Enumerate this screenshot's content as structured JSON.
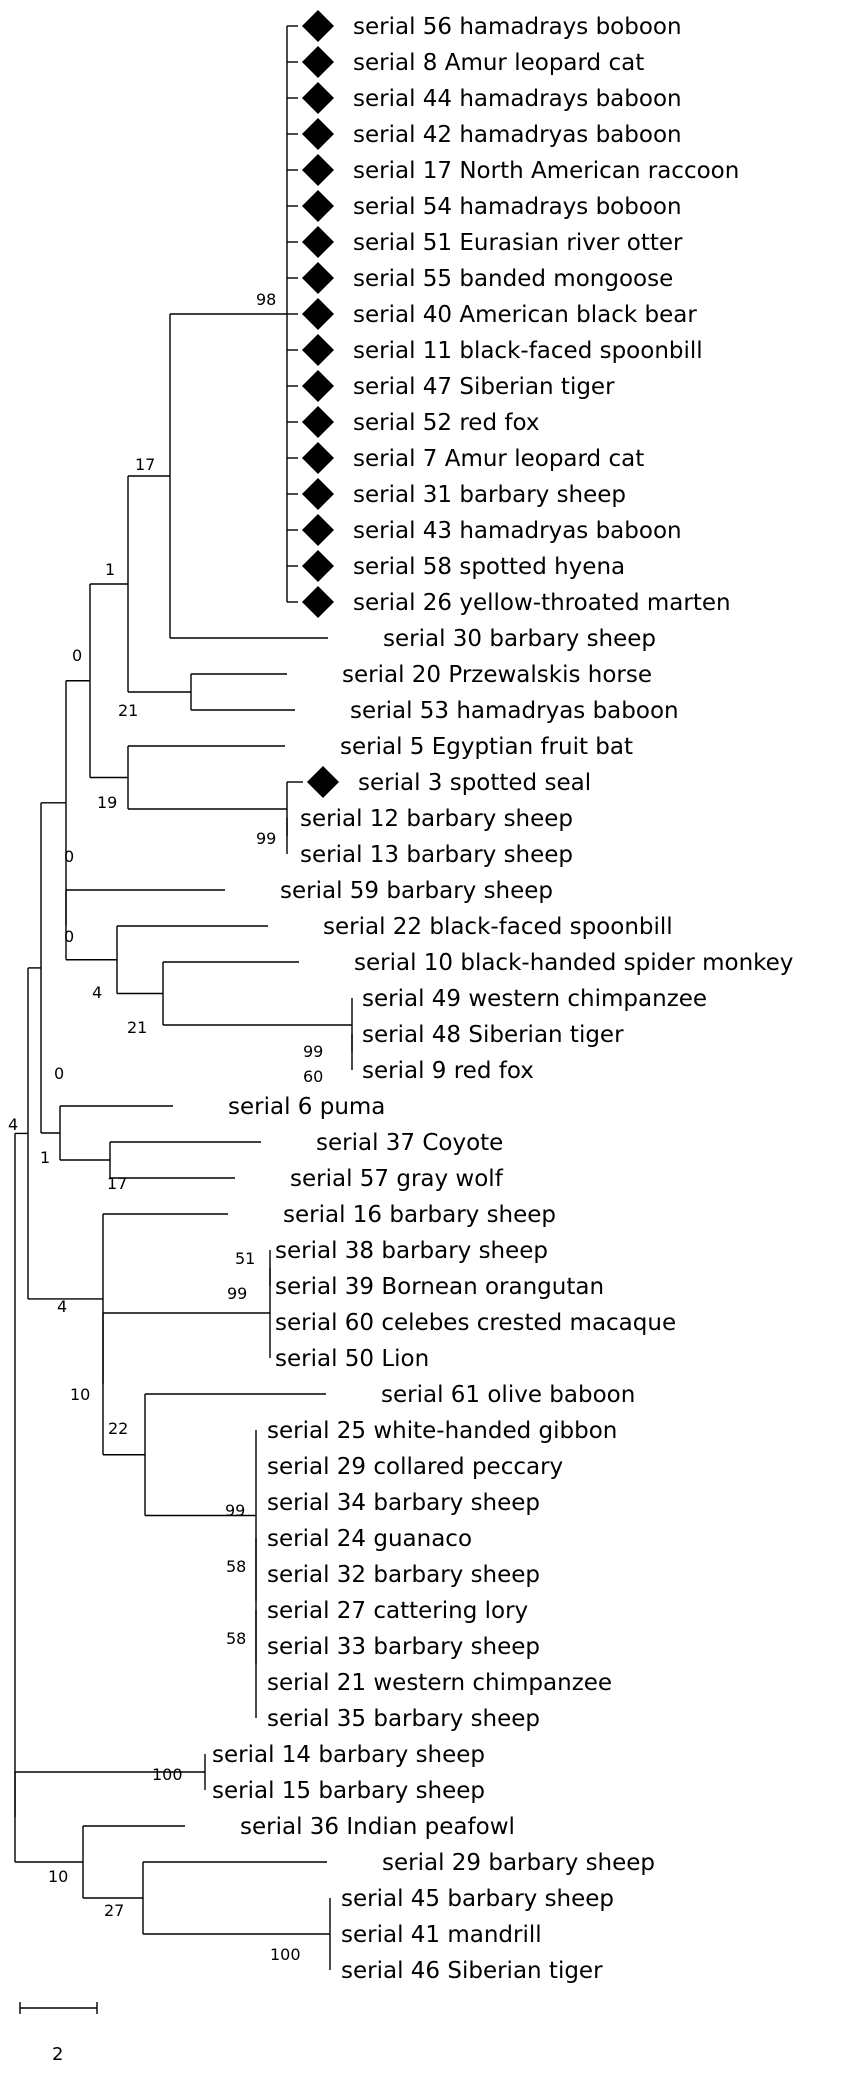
{
  "tree": {
    "leaves": [
      {
        "id": "s56",
        "label": "serial 56 hamadrays boboon",
        "marker": true
      },
      {
        "id": "s8",
        "label": "serial 8 Amur leopard cat",
        "marker": true
      },
      {
        "id": "s44",
        "label": "serial 44 hamadrays baboon",
        "marker": true
      },
      {
        "id": "s42",
        "label": "serial 42 hamadryas baboon",
        "marker": true
      },
      {
        "id": "s17",
        "label": "serial 17 North American raccoon",
        "marker": true
      },
      {
        "id": "s54",
        "label": "serial 54 hamadrays boboon",
        "marker": true
      },
      {
        "id": "s51",
        "label": "serial 51 Eurasian river otter",
        "marker": true
      },
      {
        "id": "s55",
        "label": "serial 55 banded mongoose",
        "marker": true
      },
      {
        "id": "s40",
        "label": "serial 40 American black bear",
        "marker": true
      },
      {
        "id": "s11",
        "label": "serial 11 black-faced spoonbill",
        "marker": true
      },
      {
        "id": "s47",
        "label": "serial 47 Siberian tiger",
        "marker": true
      },
      {
        "id": "s52",
        "label": "serial 52 red fox",
        "marker": true
      },
      {
        "id": "s7",
        "label": "serial 7 Amur leopard cat",
        "marker": true
      },
      {
        "id": "s31",
        "label": "serial 31 barbary sheep",
        "marker": true
      },
      {
        "id": "s43",
        "label": "serial 43 hamadryas baboon",
        "marker": true
      },
      {
        "id": "s58",
        "label": "serial 58 spotted hyena",
        "marker": true
      },
      {
        "id": "s26",
        "label": "serial 26 yellow-throated marten",
        "marker": true
      },
      {
        "id": "s30",
        "label": "serial 30 barbary sheep",
        "marker": false
      },
      {
        "id": "s20",
        "label": "serial 20 Przewalskis horse",
        "marker": false
      },
      {
        "id": "s53",
        "label": "serial 53 hamadryas baboon",
        "marker": false
      },
      {
        "id": "s5",
        "label": "serial 5 Egyptian fruit bat",
        "marker": false
      },
      {
        "id": "s3",
        "label": "serial 3 spotted seal",
        "marker": true
      },
      {
        "id": "s12",
        "label": "serial 12 barbary sheep",
        "marker": false
      },
      {
        "id": "s13",
        "label": "serial 13 barbary sheep",
        "marker": false
      },
      {
        "id": "s59",
        "label": "serial 59 barbary sheep",
        "marker": false
      },
      {
        "id": "s22",
        "label": "serial 22 black-faced spoonbill",
        "marker": false
      },
      {
        "id": "s10",
        "label": "serial 10 black-handed spider monkey",
        "marker": false
      },
      {
        "id": "s49",
        "label": "serial 49 western chimpanzee",
        "marker": false
      },
      {
        "id": "s48",
        "label": "serial 48 Siberian tiger",
        "marker": false
      },
      {
        "id": "s9",
        "label": "serial 9 red fox",
        "marker": false
      },
      {
        "id": "s6",
        "label": "serial 6 puma",
        "marker": false
      },
      {
        "id": "s37",
        "label": "serial 37 Coyote",
        "marker": false
      },
      {
        "id": "s57",
        "label": "serial 57 gray wolf",
        "marker": false
      },
      {
        "id": "s16",
        "label": "serial 16 barbary sheep",
        "marker": false
      },
      {
        "id": "s38",
        "label": "serial 38 barbary sheep",
        "marker": false
      },
      {
        "id": "s39",
        "label": "serial 39 Bornean orangutan",
        "marker": false
      },
      {
        "id": "s60",
        "label": "serial 60 celebes crested macaque",
        "marker": false
      },
      {
        "id": "s50",
        "label": "serial 50 Lion",
        "marker": false
      },
      {
        "id": "s61",
        "label": "serial 61 olive baboon",
        "marker": false
      },
      {
        "id": "s25",
        "label": "serial 25 white-handed gibbon",
        "marker": false
      },
      {
        "id": "s29a",
        "label": "serial 29 collared peccary",
        "marker": false
      },
      {
        "id": "s34",
        "label": "serial 34 barbary sheep",
        "marker": false
      },
      {
        "id": "s24",
        "label": "serial 24 guanaco",
        "marker": false
      },
      {
        "id": "s32",
        "label": "serial 32 barbary sheep",
        "marker": false
      },
      {
        "id": "s27",
        "label": "serial 27 cattering lory",
        "marker": false
      },
      {
        "id": "s33",
        "label": "serial 33 barbary sheep",
        "marker": false
      },
      {
        "id": "s21",
        "label": "serial 21 western chimpanzee",
        "marker": false
      },
      {
        "id": "s35",
        "label": "serial 35 barbary sheep",
        "marker": false
      },
      {
        "id": "s14",
        "label": "serial 14 barbary sheep",
        "marker": false
      },
      {
        "id": "s15",
        "label": "serial 15 barbary sheep",
        "marker": false
      },
      {
        "id": "s36",
        "label": "serial 36 Indian peafowl",
        "marker": false
      },
      {
        "id": "s29b",
        "label": "serial 29 barbary sheep",
        "marker": false
      },
      {
        "id": "s45",
        "label": "serial 45 barbary sheep",
        "marker": false
      },
      {
        "id": "s41",
        "label": "serial 41 mandrill",
        "marker": false
      },
      {
        "id": "s46",
        "label": "serial 46 Siberian tiger",
        "marker": false
      }
    ],
    "bootstrap_values": [
      "98",
      "17",
      "1",
      "0",
      "21",
      "19",
      "99",
      "0",
      "0",
      "4",
      "21",
      "99",
      "60",
      "0",
      "1",
      "17",
      "4",
      "4",
      "51",
      "99",
      "10",
      "22",
      "99",
      "58",
      "58",
      "100",
      "10",
      "27",
      "100"
    ],
    "scale_bar_label": "2"
  }
}
